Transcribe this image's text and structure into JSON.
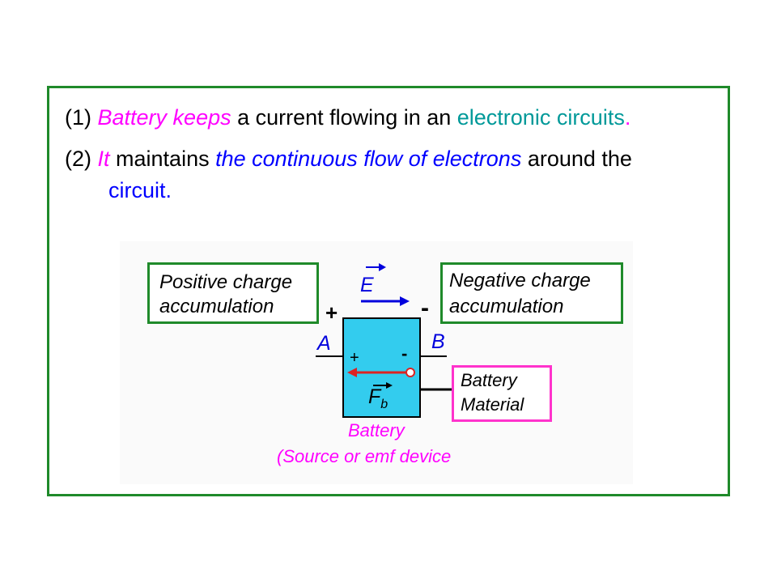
{
  "line1": {
    "number": "(1)",
    "subject": "Battery keeps",
    "middle": " a current flowing in an ",
    "object": "electronic circuits",
    "end": "."
  },
  "line2": {
    "number": "(2)",
    "subject": "It",
    "middle": " maintains ",
    "phrase": "the continuous flow of electrons",
    "end": " around the",
    "cont": "circuit."
  },
  "diagram": {
    "positive_box": [
      "Positive charge",
      "accumulation"
    ],
    "negative_box": [
      "Negative charge",
      "accumulation"
    ],
    "material_box": [
      "Battery",
      "Material"
    ],
    "plus_sign": "+",
    "minus_sign": "-",
    "inner_plus": "+",
    "inner_minus": "-",
    "label_E": "E",
    "label_A": "A",
    "label_B": "B",
    "label_F": "F",
    "label_F_sub": "b",
    "battery_label": "Battery",
    "battery_desc": "(Source or emf device"
  },
  "colors": {
    "frame": "#1f8a2a",
    "magenta": "#ff00ff",
    "teal": "#009999",
    "blue": "#0000ff",
    "battery_fill": "#33ccee",
    "red_arrow": "#dd2222"
  }
}
